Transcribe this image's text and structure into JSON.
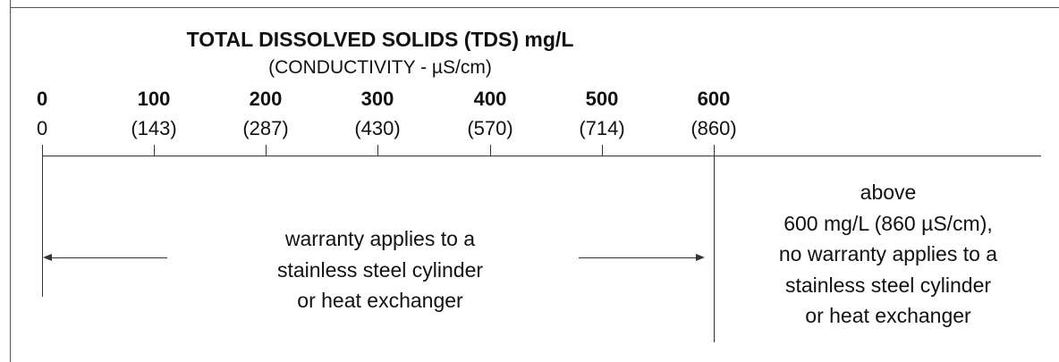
{
  "title": "TOTAL DISSOLVED SOLIDS (TDS) mg/L",
  "subtitle": "(CONDUCTIVITY - µS/cm)",
  "scale": [
    {
      "tds": "0",
      "conductivity": "0"
    },
    {
      "tds": "100",
      "conductivity": "(143)"
    },
    {
      "tds": "200",
      "conductivity": "(287)"
    },
    {
      "tds": "300",
      "conductivity": "(430)"
    },
    {
      "tds": "400",
      "conductivity": "(570)"
    },
    {
      "tds": "500",
      "conductivity": "(714)"
    },
    {
      "tds": "600",
      "conductivity": "(860)"
    }
  ],
  "warranty_zone": {
    "lines": [
      "warranty applies to a",
      "stainless steel cylinder",
      "or heat exchanger"
    ]
  },
  "no_warranty_zone": {
    "lines": [
      "above",
      "600 mg/L (860 µS/cm),",
      "no warranty applies to a",
      "stainless steel cylinder",
      "or heat exchanger"
    ]
  }
}
